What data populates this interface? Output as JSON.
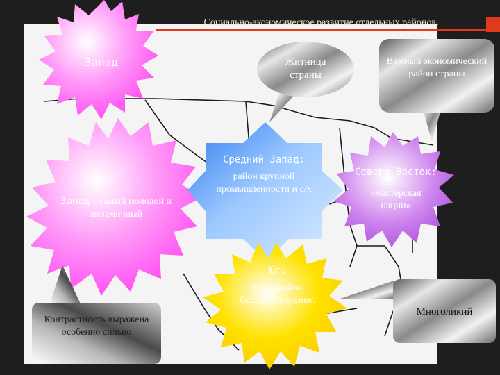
{
  "title": "Социально-экономическое развитие отдельных районов.",
  "shapes": {
    "west_label": "Запад",
    "west_big_term": "Запад",
    "west_big_text": "– самый молодой и динамичный",
    "contrast": "Контрастность выражена особенно сильно",
    "breadbasket": "Житница страны",
    "important": "Важный экономический район страны",
    "midwest_term": "Средний Запад:",
    "midwest_text": "район крупной промышленности и с/х",
    "northeast_term": "Северо-Восток:",
    "northeast_text": "«мастерская нации»",
    "south_term": "Юг:",
    "south_text": "макрорайон больших перемен.",
    "multifaceted": "Многоликий"
  },
  "colors": {
    "magenta": "#ff54f4",
    "purple": "#c66ae6",
    "yellow": "#ffd800",
    "blue": "#3d8df0",
    "title_rule": "#e03a1a",
    "background": "#1e1e1e"
  }
}
